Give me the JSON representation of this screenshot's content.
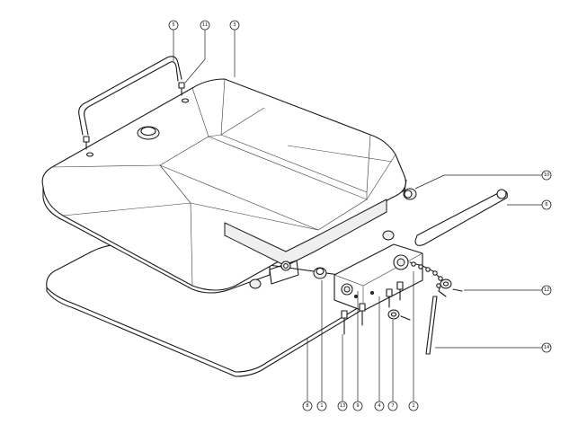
{
  "callouts": [
    {
      "id": "c5",
      "label": "5"
    },
    {
      "id": "c11",
      "label": "11"
    },
    {
      "id": "c3",
      "label": "3"
    },
    {
      "id": "c10",
      "label": "10"
    },
    {
      "id": "c6",
      "label": "6"
    },
    {
      "id": "c12",
      "label": "12"
    },
    {
      "id": "c14",
      "label": "14"
    },
    {
      "id": "c8",
      "label": "8"
    },
    {
      "id": "c1",
      "label": "1"
    },
    {
      "id": "c13",
      "label": "13"
    },
    {
      "id": "c9",
      "label": "9"
    },
    {
      "id": "c4",
      "label": "4"
    },
    {
      "id": "c7",
      "label": "7"
    },
    {
      "id": "c2",
      "label": "2"
    }
  ]
}
